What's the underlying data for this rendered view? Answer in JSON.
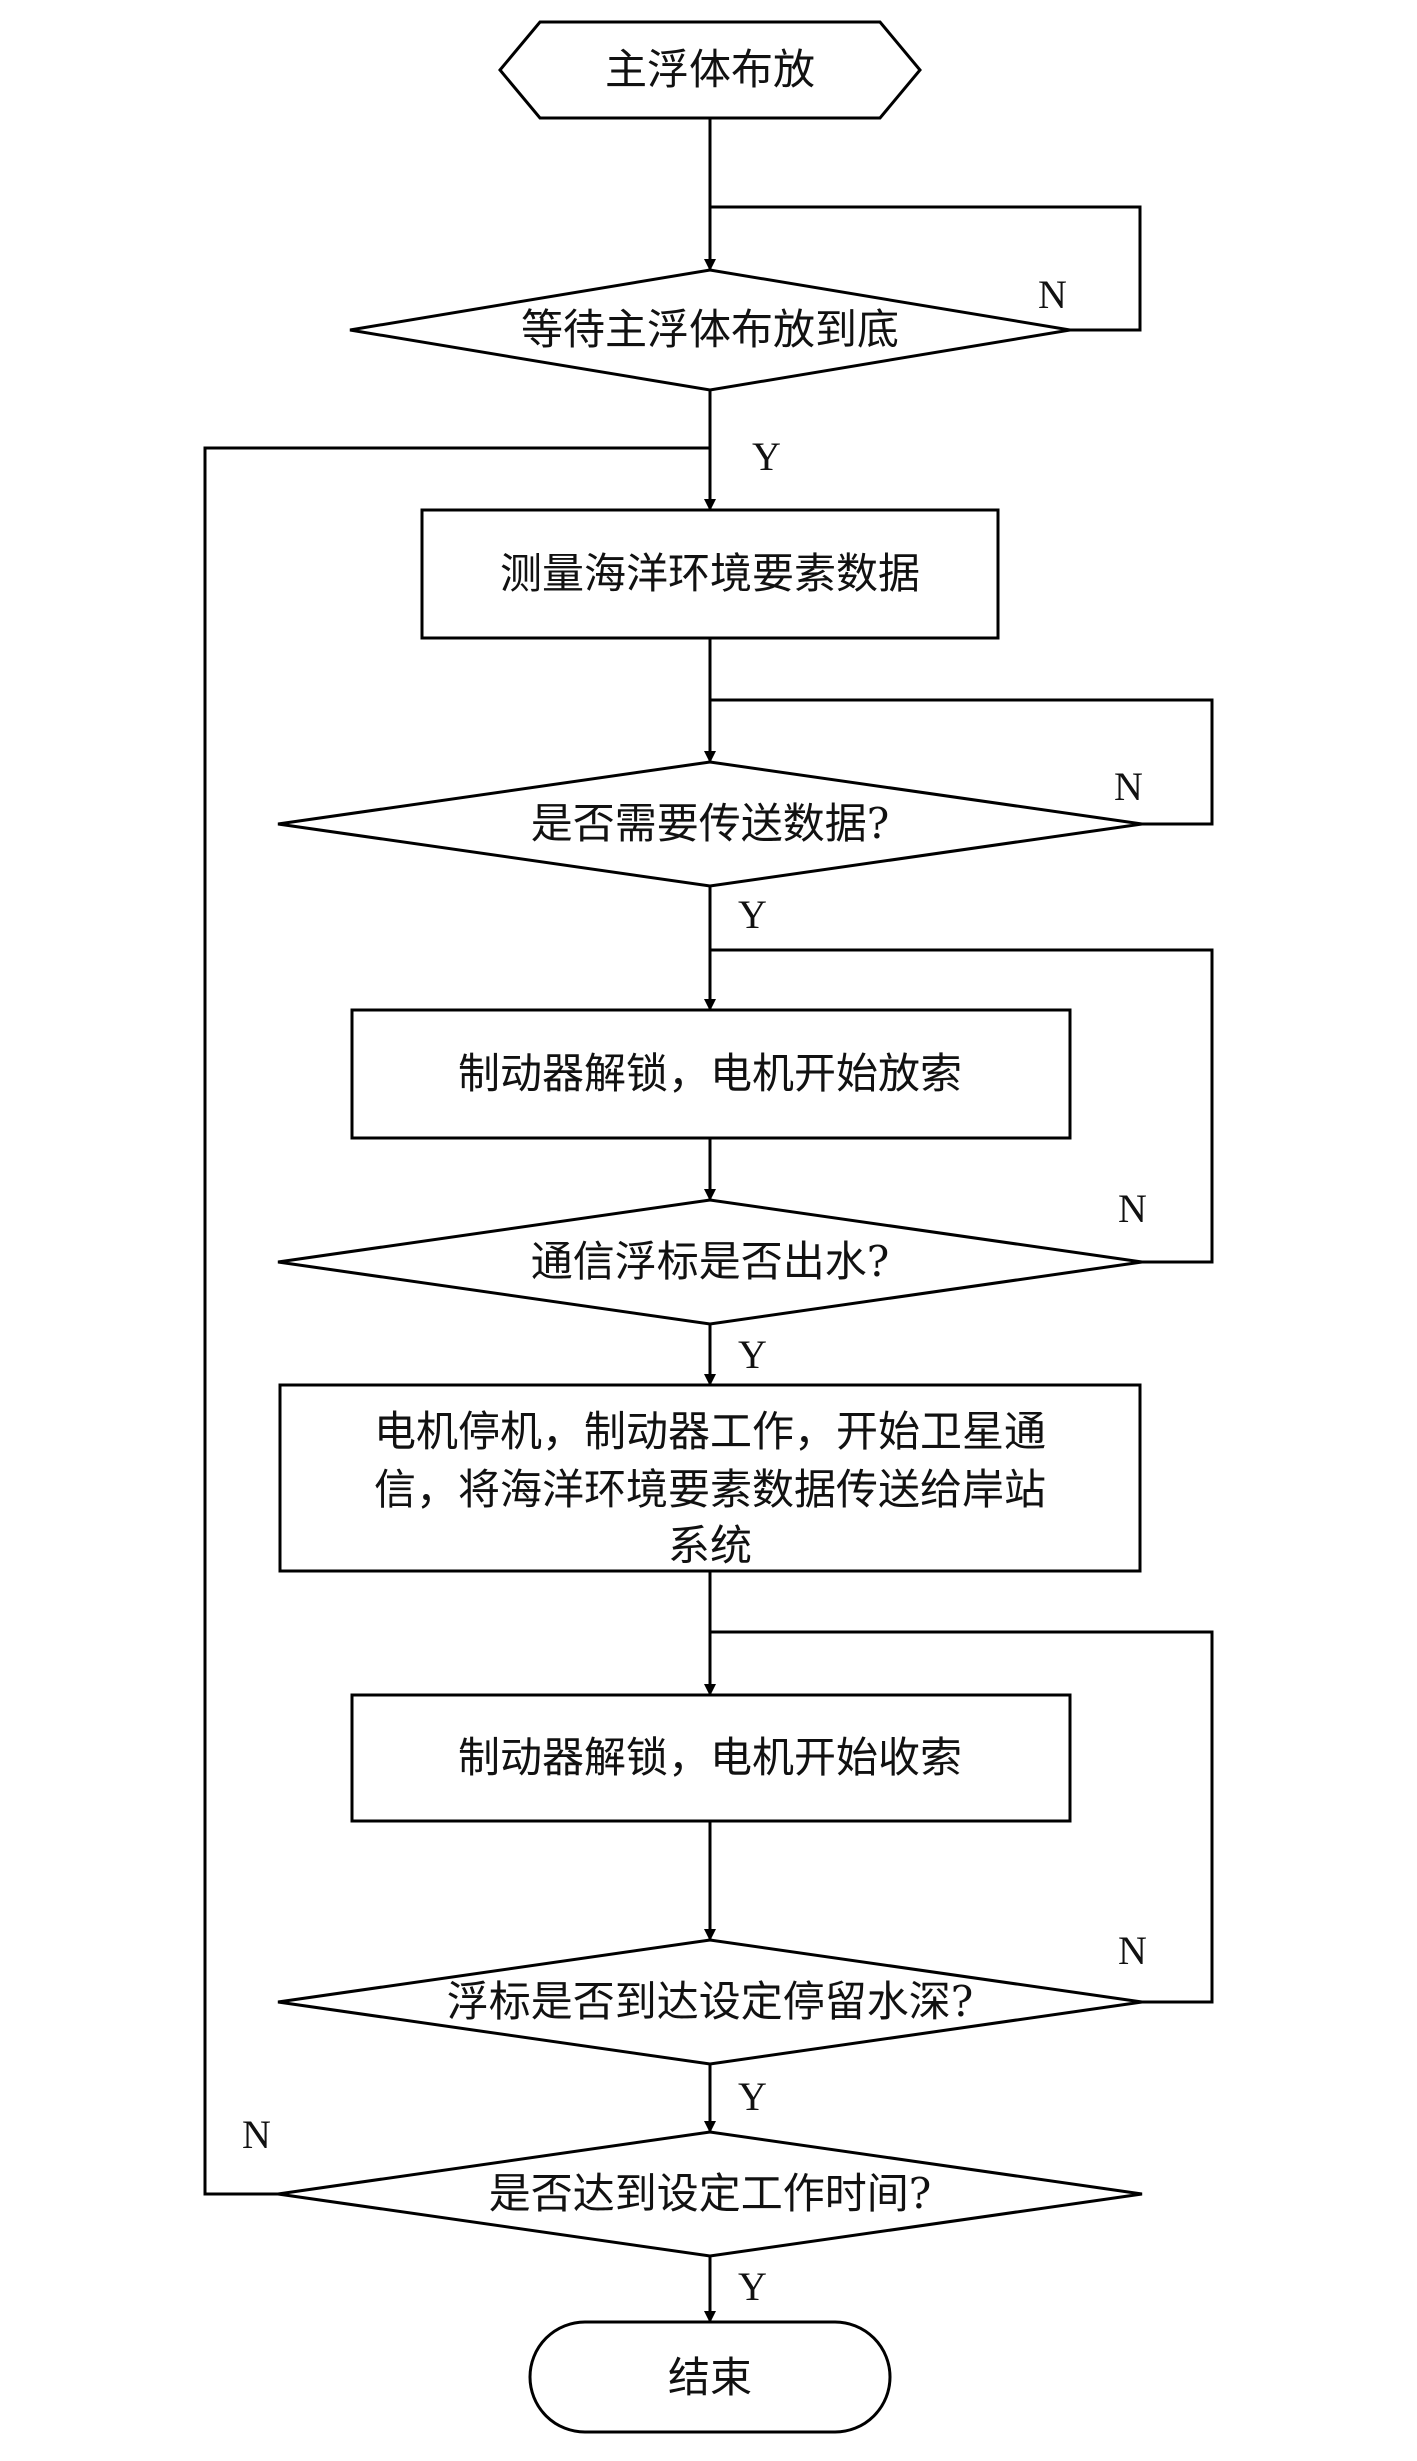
{
  "nodes": {
    "start": "主浮体布放",
    "wait_bottom": "等待主浮体布放到底",
    "measure": "测量海洋环境要素数据",
    "need_transmit": "是否需要传送数据?",
    "release_cable": "制动器解锁，电机开始放索",
    "buoy_surfaced": "通信浮标是否出水?",
    "satcom_line1": "电机停机，制动器工作，开始卫星通",
    "satcom_line2": "信，将海洋环境要素数据传送给岸站",
    "satcom_line3": "系统",
    "retract_cable": "制动器解锁，电机开始收索",
    "reach_depth": "浮标是否到达设定停留水深?",
    "work_time": "是否达到设定工作时间?",
    "end": "结束"
  },
  "branches": {
    "yes": "Y",
    "no": "N"
  },
  "colors": {
    "stroke": "#000000",
    "fill": "#ffffff",
    "text": "#111111"
  }
}
